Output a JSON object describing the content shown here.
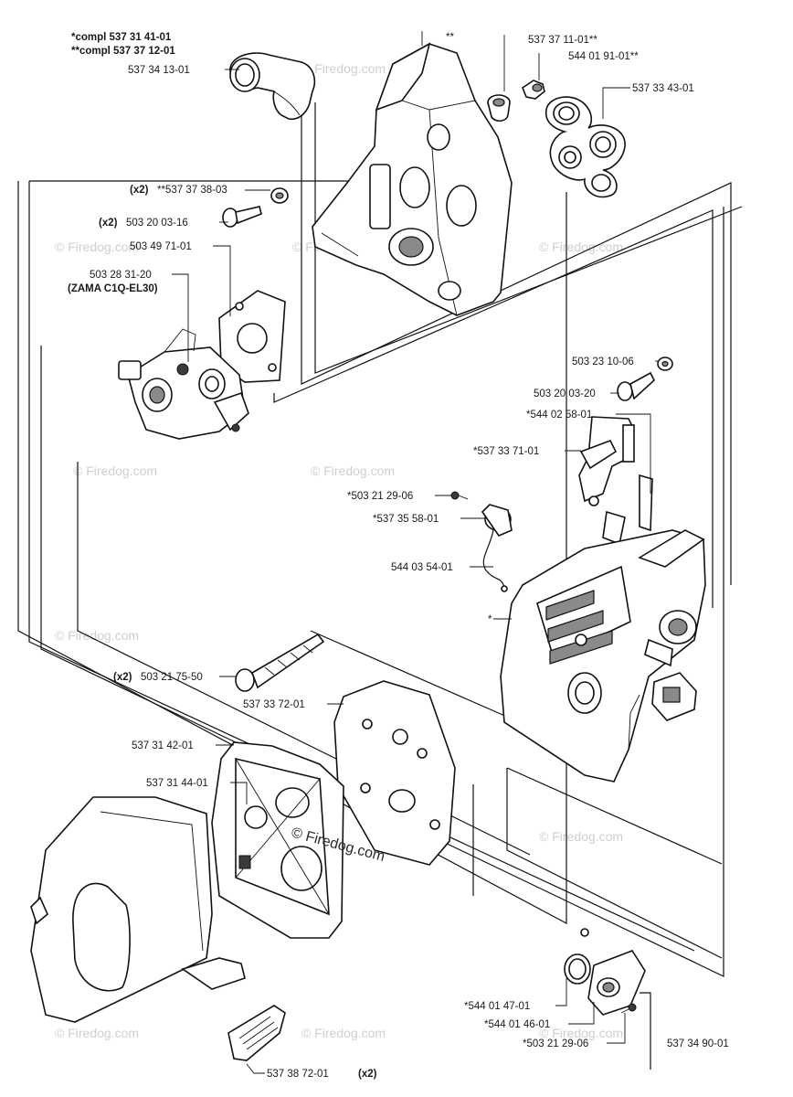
{
  "watermark": {
    "text": "© Firedog.com",
    "center_text": "© Firedog.com"
  },
  "labels": {
    "compl_1": "*compl 537 31 41-01",
    "compl_2": "**compl 537 37 12-01",
    "p_537341301": "537 34 13-01",
    "p_star2": "**",
    "p_537371101": "537 37 11-01**",
    "p_544019101": "544 01 91-01**",
    "p_537334301": "537 33 43-01",
    "p_537373803_qty": "(x2)",
    "p_537373803": "**537 37 38-03",
    "p_503200316_qty": "(x2)",
    "p_503200316": "503 20 03-16",
    "p_503497101": "503 49 71-01",
    "p_503283120": "503 28 31-20",
    "p_zama": "(ZAMA C1Q-EL30)",
    "p_503231006": "503 23 10-06",
    "p_503200320": "503 20 03-20",
    "p_544025801": "*544 02 58-01",
    "p_537337101": "*537 33 71-01",
    "p_503212906a": "*503 21 29-06",
    "p_537355801": "*537 35 58-01",
    "p_544035401": "544 03 54-01",
    "p_star1": "*",
    "p_503217550_qty": "(x2)",
    "p_503217550": "503 21 75-50",
    "p_537337201": "537 33 72-01",
    "p_537314201": "537 31 42-01",
    "p_537314401": "537 31 44-01",
    "p_544014701": "*544 01 47-01",
    "p_544014601": "*544 01 46-01",
    "p_503212906b": "*503 21 29-06",
    "p_537349001": "537 34 90-01",
    "p_537387201": "537 38 72-01",
    "p_537387201_qty": "(x2)"
  }
}
